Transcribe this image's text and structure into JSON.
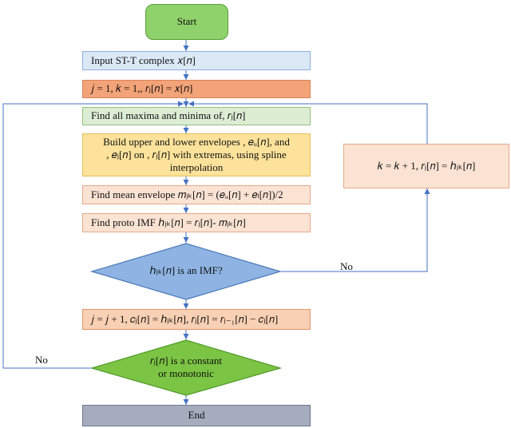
{
  "nodes": {
    "start": "Start",
    "input": "Input ST-T complex 𝑥[𝑛]",
    "init": "𝑗 = 1, 𝑘 = 1,, 𝑟ⱼ[𝑛] = 𝑥[𝑛]",
    "find_extrema": "Find all maxima and minima of, 𝑟ⱼ[𝑛]",
    "build_envelopes": "Build upper and lower envelopes , 𝑒ᵤ[𝑛], and\n, 𝑒ⱼ[𝑛] on , 𝑟ⱼ[𝑛] with extremas, using spline\ninterpolation",
    "mean_envelope": "Find mean envelope 𝑚ⱼₖ[𝑛] = (𝑒ᵤ[𝑛] + 𝑒ₗ[𝑛])/2",
    "proto_imf": "Find proto IMF ℎⱼₖ[𝑛] = 𝑟ⱼ[𝑛]- 𝑚ⱼₖ[𝑛]",
    "is_imf": "ℎⱼₖ[𝑛] is an IMF?",
    "update": "𝑗 = 𝑗 + 1, 𝑐ⱼ[𝑛] = ℎⱼₖ[𝑛], 𝑟ⱼ[𝑛] = 𝑟ⱼ₋₁[𝑛] − 𝑐ⱼ[𝑛]",
    "is_monotonic": "𝑟ⱼ[𝑛] is a constant\nor monotonic",
    "k_update": "𝑘 = 𝑘 + 1, 𝑟ⱼ[𝑛] = ℎⱼₖ[𝑛]",
    "end": "End"
  },
  "edges": {
    "imf_no": "No",
    "monotonic_no": "No"
  },
  "colors": {
    "arrow": "#4472c4",
    "start_fill": "#8fd16a",
    "input_fill": "#dbe8f6",
    "init_fill": "#f3a378",
    "extrema_fill": "#dcedd4",
    "build_fill": "#fce29a",
    "step_fill": "#fbe3d4",
    "update_fill": "#f8d0b3",
    "imf_diamond_fill": "#8fb4e3",
    "monotonic_diamond_fill": "#7cc444",
    "end_fill": "#a4acbe"
  }
}
